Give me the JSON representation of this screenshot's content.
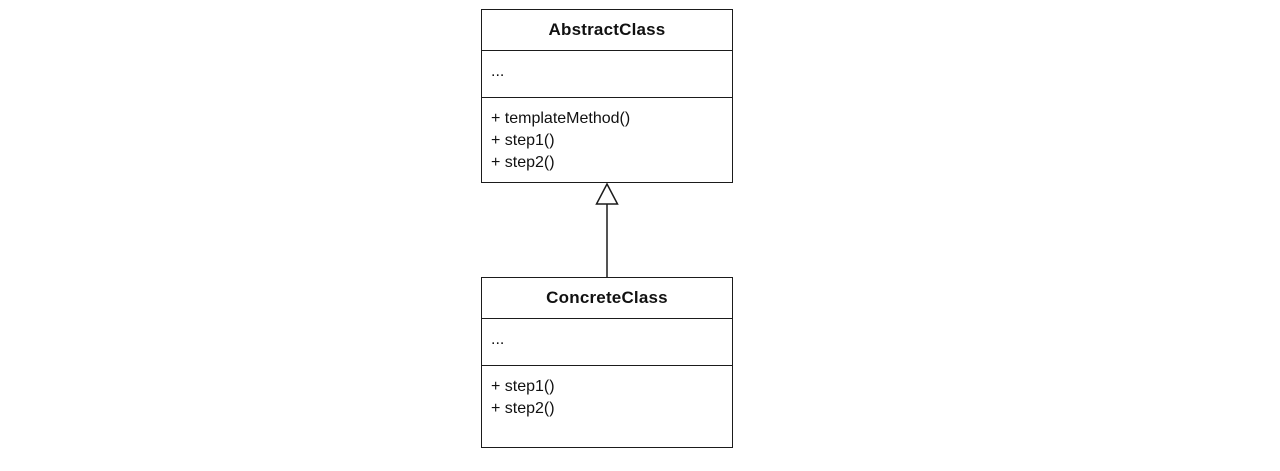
{
  "diagram": {
    "type": "uml-class-diagram",
    "pattern": "Template Method",
    "colors": {
      "stroke": "#1b1b1b",
      "fill": "#ffffff",
      "text": "#111111"
    },
    "classes": [
      {
        "name": "AbstractClass",
        "attributes": [
          "..."
        ],
        "methods": [
          "+ templateMethod()",
          "+ step1()",
          "+ step2()"
        ]
      },
      {
        "name": "ConcreteClass",
        "attributes": [
          "..."
        ],
        "methods": [
          "+ step1()",
          "+ step2()"
        ]
      }
    ],
    "relationship": {
      "type": "inheritance-generalization",
      "from": "ConcreteClass",
      "to": "AbstractClass",
      "arrow_head": "hollow-triangle-up"
    }
  }
}
